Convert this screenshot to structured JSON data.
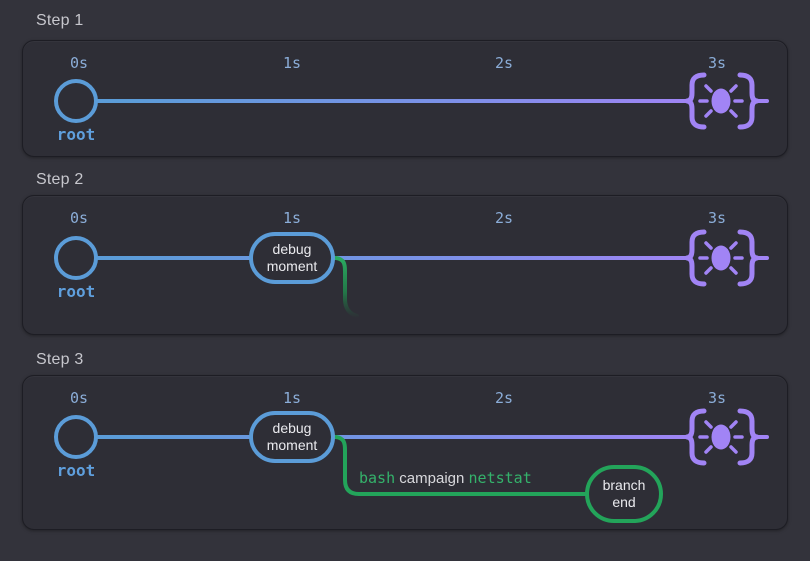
{
  "colors": {
    "page_bg": "#33333b",
    "panel_bg": "#2e2e36",
    "timeline_blue": "#5b9cd8",
    "timeline_purple": "#a184f5",
    "branch_green": "#23a45a",
    "branch_text_green": "#34b26b",
    "time_label_blue": "#8badd8",
    "root_label_blue": "#5f9fdd",
    "node_text": "#eaeaee",
    "step_label_gray": "#c7c7cd"
  },
  "icons": {
    "end_marker": "braces-flash-icon"
  },
  "steps": [
    {
      "label": "Step 1",
      "times": [
        "0s",
        "1s",
        "2s",
        "3s"
      ],
      "root_label": "root"
    },
    {
      "label": "Step 2",
      "times": [
        "0s",
        "1s",
        "2s",
        "3s"
      ],
      "root_label": "root",
      "node_label": "debug moment"
    },
    {
      "label": "Step 3",
      "times": [
        "0s",
        "1s",
        "2s",
        "3s"
      ],
      "root_label": "root",
      "node_label": "debug moment",
      "branch_words": {
        "cmd1": "bash",
        "middle": "campaign",
        "cmd2": "netstat"
      },
      "branch_end_label": "branch end"
    }
  ]
}
